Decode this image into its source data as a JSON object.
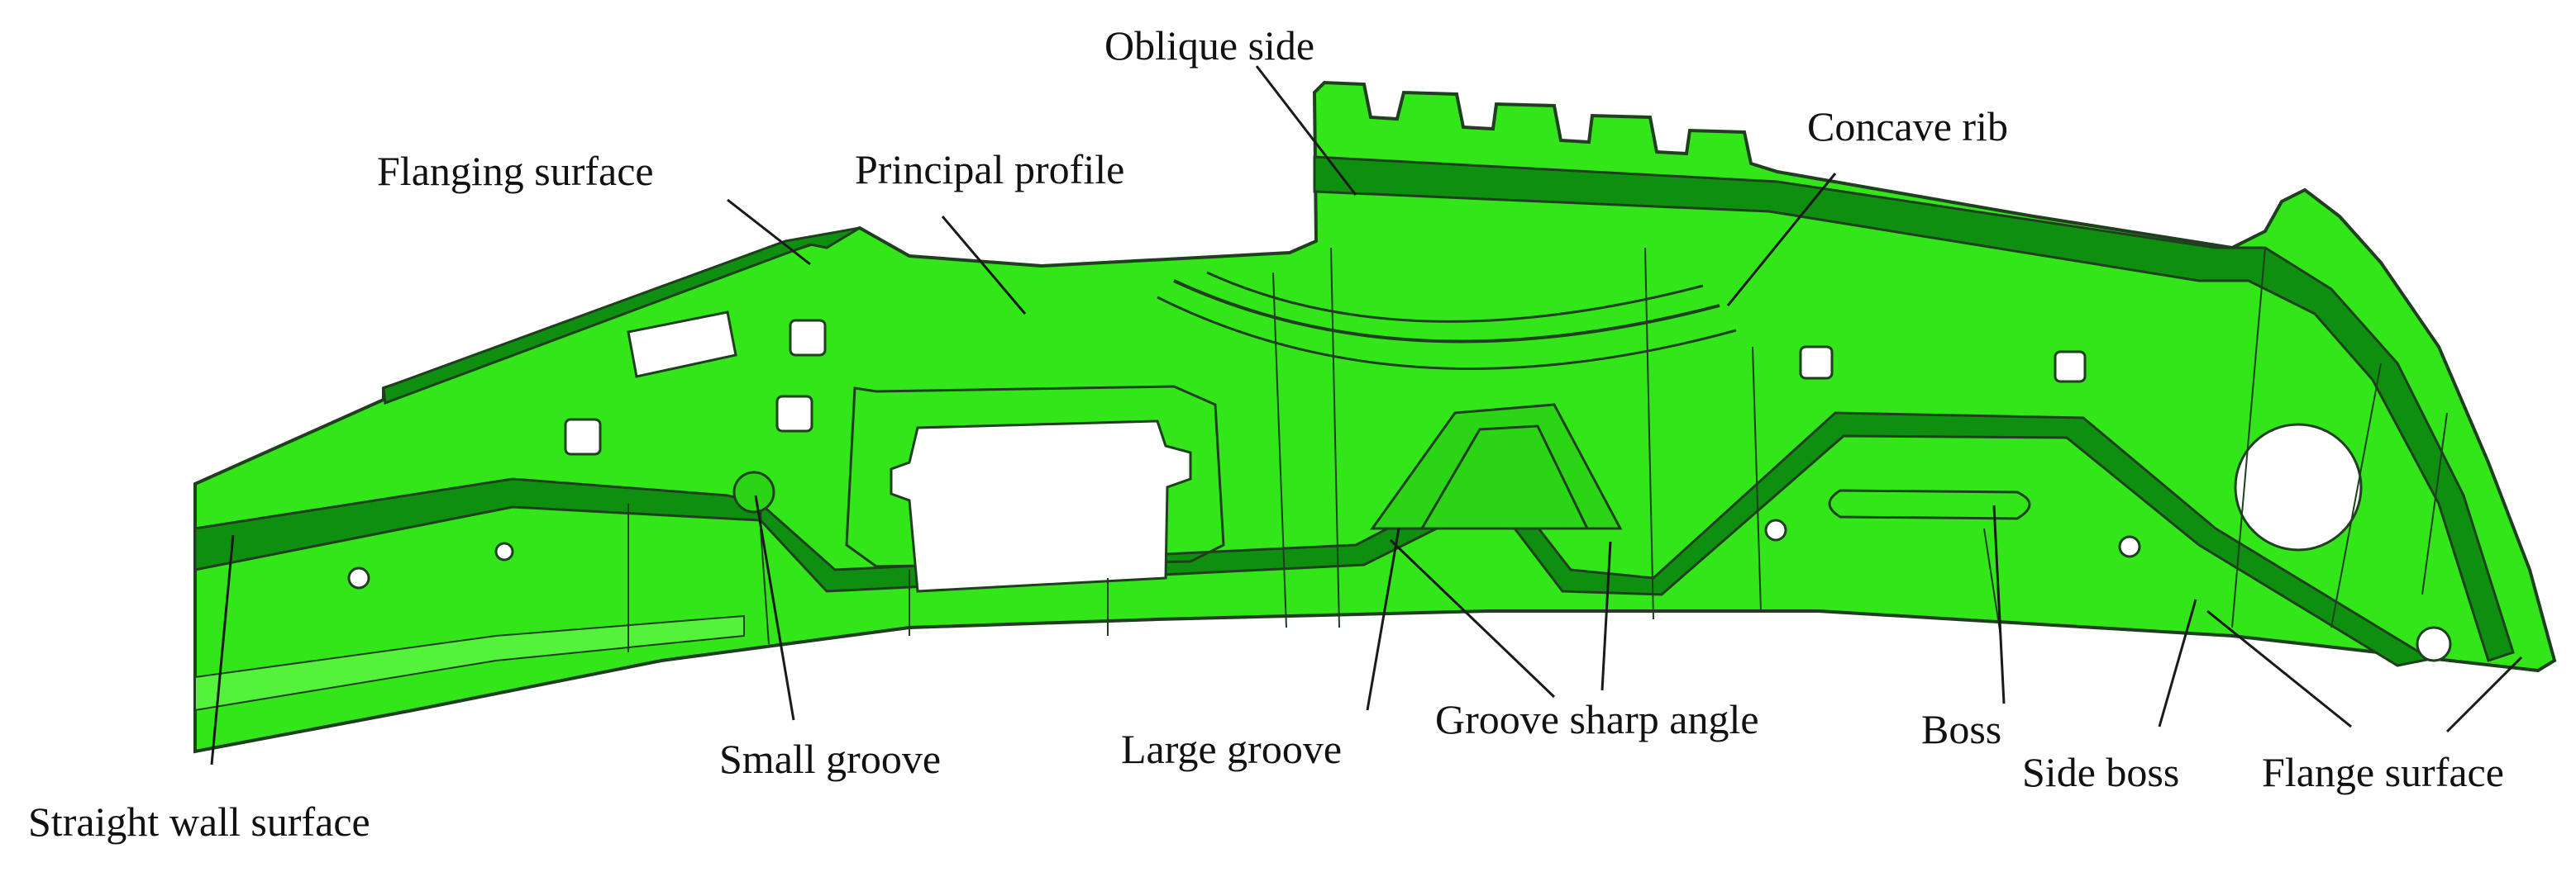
{
  "colors": {
    "surface": "#33e61a",
    "dark_surface": "#0f8f0f",
    "edge": "#1f3f1f",
    "leader": "#1a1a1a",
    "text": "#111111",
    "background": "#ffffff"
  },
  "labels": {
    "oblique_side": "Oblique side",
    "concave_rib": "Concave rib",
    "flanging_surface": "Flanging surface",
    "principal_profile": "Principal profile",
    "straight_wall_surface": "Straight wall surface",
    "small_groove": "Small groove",
    "large_groove": "Large groove",
    "groove_sharp_angle": "Groove sharp angle",
    "boss": "Boss",
    "side_boss": "Side boss",
    "flange_surface": "Flange surface"
  }
}
